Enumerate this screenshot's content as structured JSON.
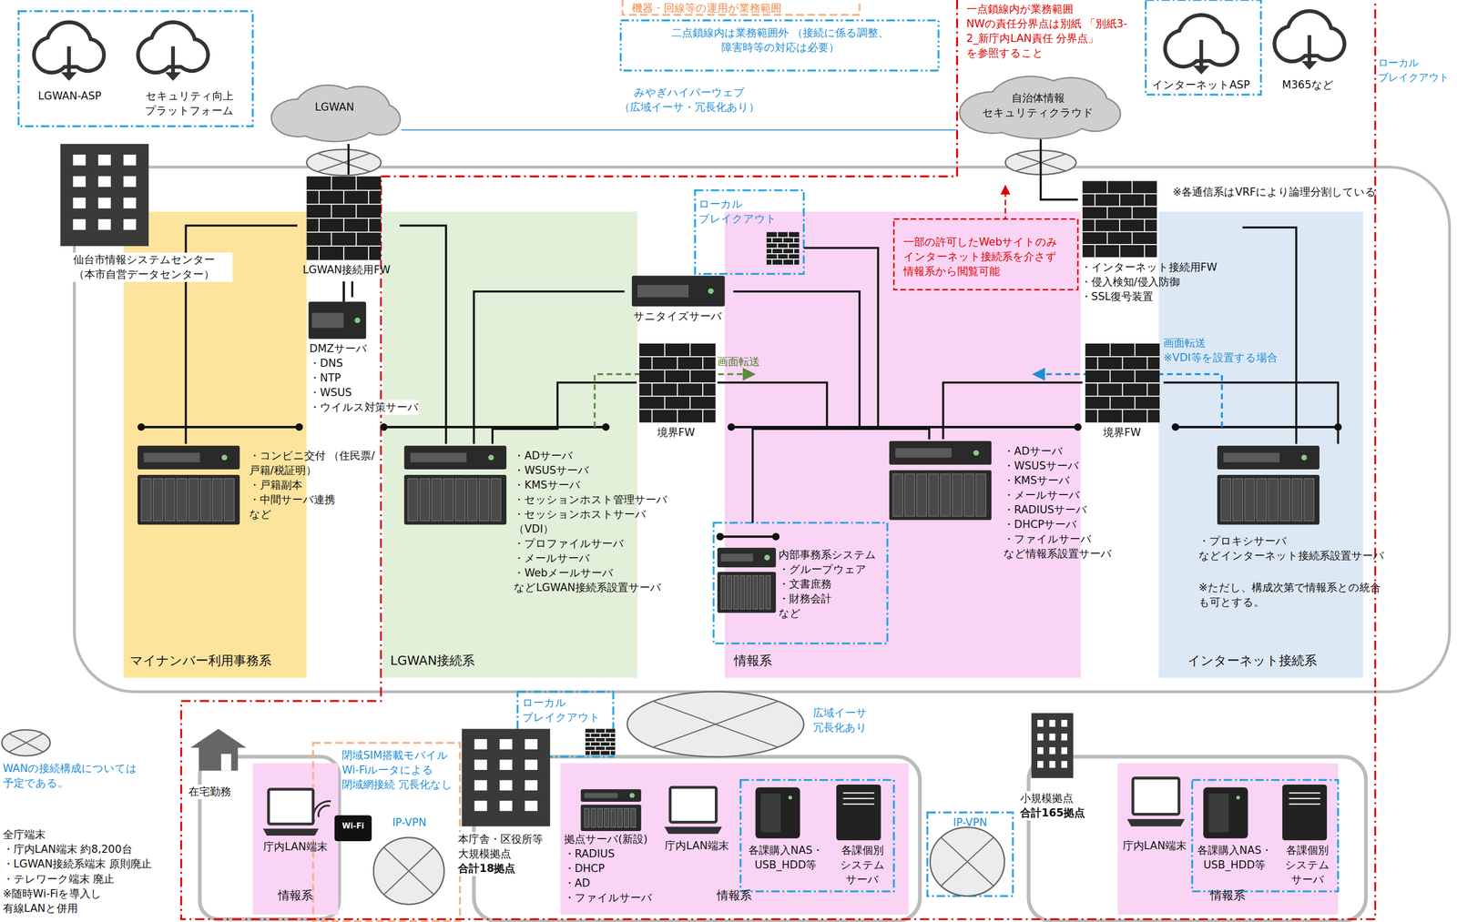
{
  "diagram": {
    "nodes": [
      {
        "text": [
          "仙台市情報システムセンター （本市自営データセンター）"
        ]
      },
      {
        "text": [
          "マイナンバー利用事務系"
        ],
        "in": 0
      },
      {
        "text": [
          "LGWAN接続系"
        ],
        "in": 0
      },
      {
        "text": [
          "情報系"
        ],
        "in": 0
      },
      {
        "text": [
          "インターネット接続系"
        ],
        "in": 0
      },
      {
        "text": [
          "LGWAN接続用FW"
        ],
        "in": 0
      },
      {
        "text": [
          "DMZサーバ",
          "・DNS",
          "・NTP",
          "・WSUS",
          "・ウイルス対策サーバ"
        ],
        "in": 0
      },
      {
        "text": [
          "・コンビニ交付 （住民票/戸籍/税証明）",
          "・戸籍副本",
          "・中間サーバ連携",
          "など"
        ],
        "in": 1
      },
      {
        "text": [
          "・ADサーバ",
          "・WSUSサーバ",
          "・KMSサーバ",
          "・セッションホスト管理サーバ",
          "・セッションホストサーバ（VDI）",
          "・プロファイルサーバ",
          "・メールサーバ",
          "・Webメールサーバ",
          "などLGWAN接続系設置サーバ"
        ],
        "in": 2
      },
      {
        "text": [
          "サニタイズサーバ"
        ],
        "in": 0
      },
      {
        "text": [
          "境界FW"
        ],
        "in": 0
      },
      {
        "text": [
          "ローカル ブレイクアウト"
        ],
        "in": 0
      },
      {
        "text": [
          "・ADサーバ",
          "・WSUSサーバ",
          "・KMSサーバ",
          "・メールサーバ",
          "・RADIUSサーバ",
          "・DHCPサーバ",
          "・ファイルサーバ",
          "など情報系設置サーバ"
        ],
        "in": 3
      },
      {
        "text": [
          "内部事務系システム",
          "・グループウェア",
          "・文書庶務",
          "・財務会計",
          "など"
        ],
        "in": 3
      },
      {
        "text": [
          "一部の許可したWebサイトのみ インターネット接続系を介さず 情報系から閲覧可能"
        ],
        "in": 0
      },
      {
        "text": [
          "・インターネット接続用FW",
          "・侵入検知/侵入防御",
          "・SSL復号装置"
        ],
        "in": 0
      },
      {
        "text": [
          "境界FW"
        ],
        "in": 0
      },
      {
        "text": [
          "・プロキシサーバ",
          "などインターネット接続系設置サーバ"
        ],
        "in": 4
      },
      {
        "text": [
          "LGWAN"
        ]
      },
      {
        "text": [
          "自治体情報 セキュリティクラウド"
        ]
      },
      {
        "text": [
          "LGWAN-ASP"
        ]
      },
      {
        "text": [
          "セキュリティ向上 プラットフォーム"
        ]
      },
      {
        "text": [
          "インターネットASP"
        ]
      },
      {
        "text": [
          "M365など"
        ]
      },
      {
        "text": [
          "在宅勤務"
        ]
      },
      {
        "text": [
          "情報系"
        ],
        "in": 24
      },
      {
        "text": [
          "庁内LAN端末"
        ],
        "in": 25
      },
      {
        "text": [
          "閉域SIM搭載モバイル Wi-Fiルータによる 閉域網接続 冗長化なし"
        ]
      },
      {
        "text": [
          "IP-VPN"
        ],
        "in": 27
      },
      {
        "text": [
          "本庁舎・区役所等 大規模拠点",
          "合計18拠点"
        ]
      },
      {
        "text": [
          "ローカル ブレイクアウト"
        ]
      },
      {
        "text": [
          "情報系"
        ],
        "in": 29
      },
      {
        "text": [
          "拠点サーバ(新設)",
          "・RADIUS",
          "・DHCP",
          "・AD",
          "・ファイルサーバ"
        ],
        "in": 31
      },
      {
        "text": [
          "庁内LAN端末"
        ],
        "in": 31
      },
      {
        "text": [
          "各課購入NAS・ USB_HDD等"
        ],
        "in": 31
      },
      {
        "text": [
          "各課個別 システム サーバ"
        ],
        "in": 31
      },
      {
        "text": [
          "IP-VPN"
        ]
      },
      {
        "text": [
          "小規模拠点",
          "合計165拠点"
        ]
      },
      {
        "text": [
          "情報系"
        ],
        "in": 37
      },
      {
        "text": [
          "庁内LAN端末"
        ],
        "in": 38
      },
      {
        "text": [
          "各課購入NAS・ USB_HDD等"
        ],
        "in": 38
      },
      {
        "text": [
          "各課個別 システム サーバ"
        ],
        "in": 38
      },
      {
        "text": [
          "広域イーサ 冗長化あり"
        ]
      }
    ],
    "edges": [
      {
        "from": 18,
        "to": 5,
        "arrow": "none"
      },
      {
        "from": 5,
        "to": 6,
        "arrow": "none"
      },
      {
        "from": 5,
        "to": 7,
        "arrow": "none"
      },
      {
        "from": 5,
        "to": 8,
        "arrow": "none"
      },
      {
        "from": 9,
        "to": 8,
        "arrow": "none"
      },
      {
        "from": 9,
        "to": 12,
        "arrow": "none"
      },
      {
        "from": 10,
        "to": 8,
        "arrow": "none"
      },
      {
        "from": 10,
        "to": 12,
        "arrow": "none"
      },
      {
        "from": 11,
        "to": 12,
        "arrow": "none"
      },
      {
        "from": 13,
        "to": 12,
        "arrow": "none"
      },
      {
        "from": 19,
        "to": 15,
        "arrow": "none"
      },
      {
        "from": 15,
        "to": 17,
        "arrow": "none"
      },
      {
        "from": 16,
        "to": 12,
        "arrow": "none"
      },
      {
        "from": 16,
        "to": 17,
        "arrow": "none"
      },
      {
        "from": 18,
        "to": 19,
        "arrow": "none",
        "label": "みやぎハイパーウェブ （広域イーサ・冗長化あり）"
      }
    ],
    "labels": [
      "機器・回線等の運用が業務範囲",
      "二点鎖線内は業務範囲外 （接続に係る調整、障害時等の対応は必要）",
      "一点鎖線内が業務範囲 NWの責任分界点は別紙 「別紙3-2_新庁内LAN責任 分界点」を参照すること",
      "ローカル ブレイクアウト",
      "※各通信系はVRFにより論理分割している",
      "画面転送",
      "画面転送 ※VDI等を設置する場合",
      "※ただし、構成次第で情報系との統合 も可とする。",
      "全庁端末",
      "・庁内LAN端末 約8,200台",
      "・LGWAN接続系端末 原則廃止",
      "・テレワーク端末 廃止",
      "※随時Wi-Fiを導入し 有線LANと併用",
      "Wi-Fi"
    ],
    "legend": [
      {
        "text": "WANの接続構成については 予定である。"
      }
    ]
  }
}
